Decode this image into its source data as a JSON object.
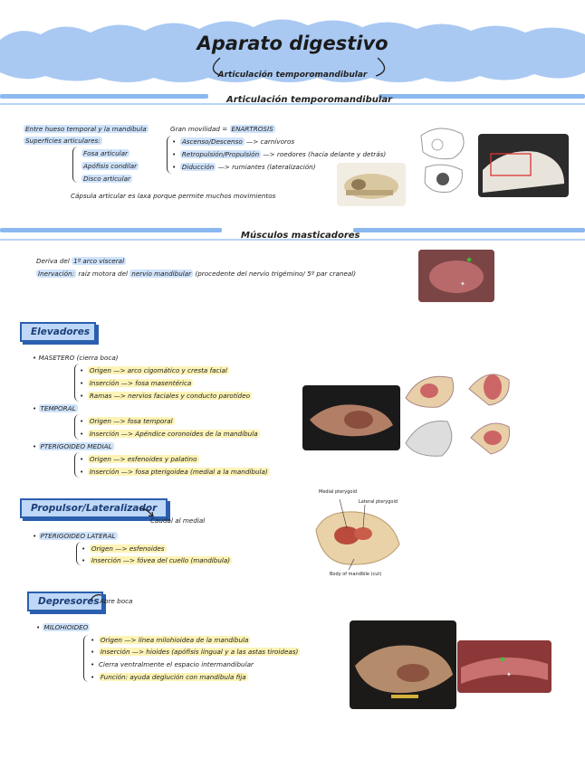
{
  "header": {
    "title": "Aparato digestivo",
    "subtitle": "Articulación temporomandibular"
  },
  "atm": {
    "heading": "Articulación temporomandibular",
    "line1": "Entre hueso temporal y la mandíbula",
    "line2": "Superficies articulares:",
    "surfaces": [
      "Fosa articular",
      "Apófisis condilar",
      "Disco articular"
    ],
    "capsule": "Cápsula articular es laxa porque permite muchos movimientos",
    "mobility_prefix": "Gran movilidad = ",
    "mobility_value": "ENARTROSIS",
    "movements": [
      {
        "name": "Ascenso/Descenso",
        "rest": " —> carnívoros"
      },
      {
        "name": "Retropulsión/Propulsión",
        "rest": " —> roedores (hacia delante y detrás)"
      },
      {
        "name": "Diducción",
        "rest": " —> rumiantes (lateralización)"
      }
    ]
  },
  "musculos": {
    "heading": "Músculos masticadores",
    "line1_prefix": "Deriva del ",
    "line1_value": "1º arco visceral",
    "line2_label": "Inervación:",
    "line2_mid": " raíz motora del ",
    "line2_value": "nervio mandibular",
    "line2_rest": " (procedente del nervio trigémino/ 5º par craneal)"
  },
  "elevadores": {
    "label": "Elevadores",
    "masetero": "MASETERO",
    "masetero_note": " (cierra boca)",
    "masetero_items": [
      {
        "k": "Origen",
        "v": " —> arco cigomático y cresta facial"
      },
      {
        "k": "Inserción",
        "v": " —>  fosa masentérica"
      },
      {
        "k": "Ramas",
        "v": " —>  nervios faciales y conducto parotídeo"
      }
    ],
    "temporal": "TEMPORAL",
    "temporal_items": [
      {
        "k": "Origen",
        "v": " —> fosa temporal"
      },
      {
        "k": "Inserción",
        "v": " —> Apéndice coronoides de la mandíbula"
      }
    ],
    "pterigoideo": "PTERIGOIDEO MEDIAL",
    "pterigoideo_items": [
      {
        "k": "Origen",
        "v": " —> esfenoides y palatino"
      },
      {
        "k": "Inserción",
        "v": " —> fosa pterigoidea (medial a la mandíbula)"
      }
    ]
  },
  "propulsor": {
    "label": "Propulsor/Lateralizador",
    "note": "Caudal al medial",
    "muscle": "PTERIGOIDEO LATERAL",
    "items": [
      {
        "k": "Origen",
        "v": " —> esfenoides"
      },
      {
        "k": "Inserción",
        "v": " —> fóvea del cuello (mandíbula)"
      }
    ],
    "fig_labels": [
      "Medial pterygoid",
      "Lateral pterygoid",
      "Body of mandible (cut)"
    ]
  },
  "depresores": {
    "label": "Depresores",
    "note": "Abre boca",
    "muscle": "MILOHIOIDEO",
    "items": [
      {
        "k": "Origen",
        "v": " —> línea milohioidea de la mandíbula",
        "hl": true
      },
      {
        "k": "Inserción",
        "v": " —> hioides (apófisis lingual y a las astas tiroideas)",
        "hl": true
      },
      {
        "k": "",
        "v": "Cierra ventralmente el espacio intermandibular",
        "hl": false
      },
      {
        "k": "Función:",
        "v": " ayuda deglución con mandíbula fija",
        "hl": true
      }
    ]
  }
}
